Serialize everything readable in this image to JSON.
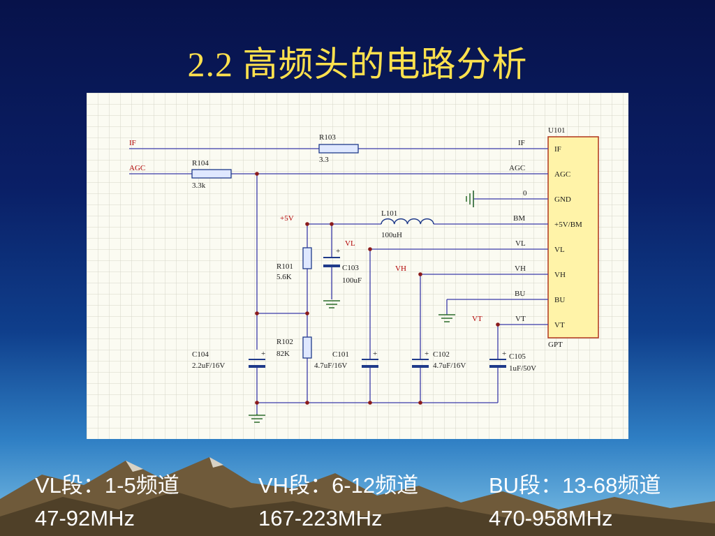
{
  "slide": {
    "title": "2.2 高频头的电路分析"
  },
  "schematic": {
    "chip": {
      "ref": "U101",
      "part": "GPT",
      "pins": [
        "IF",
        "AGC",
        "GND",
        "+5V/BM",
        "VL",
        "VH",
        "BU",
        "VT"
      ]
    },
    "net_labels_in": {
      "if": "IF",
      "agc": "AGC",
      "v5": "+5V",
      "vl": "VL",
      "vh": "VH",
      "vt": "VT"
    },
    "wire_labels": [
      "IF",
      "AGC",
      "0",
      "BM",
      "VL",
      "VH",
      "BU",
      "VT"
    ],
    "components": {
      "r103": {
        "ref": "R103",
        "value": "3.3"
      },
      "r104": {
        "ref": "R104",
        "value": "3.3k"
      },
      "l101": {
        "ref": "L101",
        "value": "100uH"
      },
      "r101": {
        "ref": "R101",
        "value": "5.6K"
      },
      "r102": {
        "ref": "R102",
        "value": "82K"
      },
      "c103": {
        "ref": "C103",
        "value": "100uF"
      },
      "c104": {
        "ref": "C104",
        "value": "2.2uF/16V"
      },
      "c101": {
        "ref": "C101",
        "value": "4.7uF/16V"
      },
      "c102": {
        "ref": "C102",
        "value": "4.7uF/16V"
      },
      "c105": {
        "ref": "C105",
        "value": "1uF/50V"
      }
    },
    "polarity": "+"
  },
  "bands": [
    {
      "name": "VL段：1-5频道",
      "freq": "47-92MHz"
    },
    {
      "name": "VH段：6-12频道",
      "freq": "167-223MHz"
    },
    {
      "name": "BU段：13-68频道",
      "freq": "470-958MHz"
    }
  ],
  "colors": {
    "title": "#ffe14d",
    "wire": "#3a3aa8",
    "chip_fill": "#fff3a8",
    "chip_border": "#b0341a",
    "net_label": "#b00000",
    "component": "#1f3a8a",
    "junction": "#8b1a1a",
    "ground": "#2b6b2b",
    "grid": "#d6d6c8"
  }
}
